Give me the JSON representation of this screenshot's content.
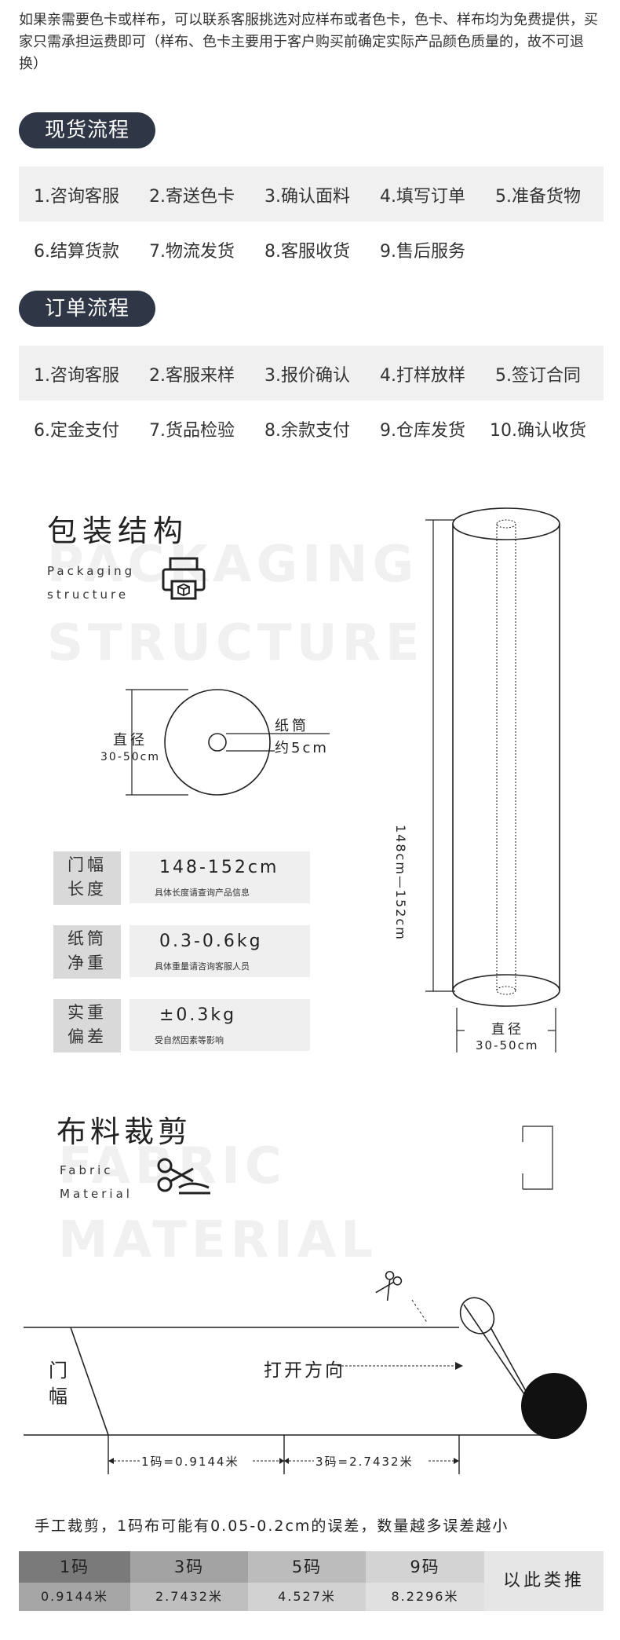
{
  "intro": "如果亲需要色卡或样布，可以联系客服挑选对应样布或者色卡，色卡、样布均为免费提供，买家只需承担运费即可（样布、色卡主要用于客户购买前确定实际产品颜色质量的，故不可退换）",
  "stock_flow": {
    "title": "现货流程",
    "steps": [
      "1.咨询客服",
      "2.寄送色卡",
      "3.确认面料",
      "4.填写订单",
      "5.准备货物",
      "6.结算货款",
      "7.物流发货",
      "8.客服收货",
      "9.售后服务"
    ]
  },
  "order_flow": {
    "title": "订单流程",
    "steps": [
      "1.咨询客服",
      "2.客服来样",
      "3.报价确认",
      "4.打样放样",
      "5.签订合同",
      "6.定金支付",
      "7.货品检验",
      "8.余款支付",
      "9.仓库发货",
      "10.确认收货"
    ]
  },
  "packaging": {
    "title": "包装结构",
    "ghost_line1": "PACKAGING",
    "ghost_line2": "STRUCTURE",
    "en_line1": "Packaging",
    "en_line2": "structure",
    "diameter_label": "直径",
    "diameter_value": "30-50cm",
    "tube_label": "纸筒",
    "tube_value": "约5cm",
    "roll_length": "148cm—152cm",
    "bottom_label": "直径",
    "bottom_value": "30-50cm",
    "specs": [
      {
        "label1": "门幅",
        "label2": "长度",
        "value": "148-152cm",
        "note": "具体长度请查询产品信息"
      },
      {
        "label1": "纸筒",
        "label2": "净重",
        "value": "0.3-0.6kg",
        "note": "具体重量请咨询客服人员"
      },
      {
        "label1": "实重",
        "label2": "偏差",
        "value": "±0.3kg",
        "note": "受自然因素等影响"
      }
    ]
  },
  "cutting": {
    "title": "布料裁剪",
    "ghost_line1": "FABRIC",
    "ghost_line2": "MATERIAL",
    "en_line1": "Fabric",
    "en_line2": "Material",
    "width_label_1": "门",
    "width_label_2": "幅",
    "open_direction": "打开方向",
    "measure1": "1码=0.9144米",
    "measure2": "3码=2.7432米",
    "note": "手工裁剪，1码布可能有0.05-0.2cm的误差，数量越多误差越小",
    "yard_table": {
      "headers": [
        "1码",
        "3码",
        "5码",
        "9码"
      ],
      "values": [
        "0.9144米",
        "2.7432米",
        "4.527米",
        "8.2296米"
      ],
      "more": "以此类推"
    }
  }
}
